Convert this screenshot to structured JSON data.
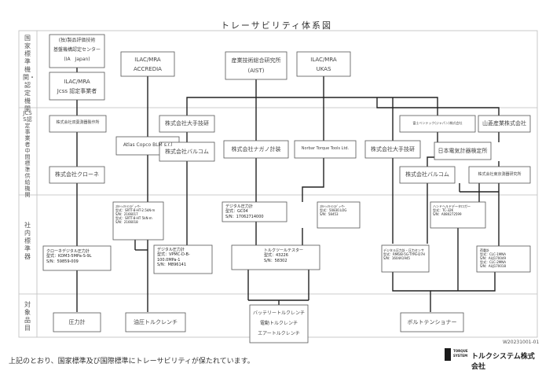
{
  "title": "トレーサビリティ体系図",
  "row_labels": [
    "国家標準機関・認定機関",
    "JCSS認定事業者中間標準供給機関",
    "社内標準器",
    "対象品目"
  ],
  "nodes": {
    "nite": "(独)製品評価技術\n基盤機構認定センター\n(IA　Japan)",
    "iajapan": "ILAC/MRA\nJcss 認定事業者",
    "accredia": "ILAC/MRA\nACCREDIA",
    "aist": "産業技術総合研究所\n(AIST)",
    "ukas": "ILAC/MRA\nUKAS",
    "jp_pressure": "株式会社双葉測器製作所",
    "otemi": "株式会社大手技研",
    "small_jcss": "富士ベンテック(ジャパン)株式会社",
    "yamato": "山菱産業株式会社",
    "atlas": "Atlas Copco BLM s.r.l",
    "nagano": "株式会社ナガノ計装",
    "norbar": "Norbar Torque Tools Ltd.",
    "otemi2": "株式会社大手技研",
    "nihon": "日本電気計器検定所",
    "crane": "株式会社クローネ",
    "valcom1": "株式会社バルコム",
    "valcom2": "株式会社バルコム",
    "tokyo_sokki": "株式会社東京測器研究所",
    "std_crane": "クローネデジタル圧力計\n型式：KDM3-5MPa-S-9L\nS/N：59859-009",
    "std_static1": "ｽﾀﾃｨｯｸﾄﾗﾝｽﾃﾞｭｰｻｰ\n型式：SRTT-8-HT-2.5kN·m\nS/N：2166017\n型式：SRTT-8-HT 5kN·m\nS/N：2166018",
    "std_valcom": "デジタル圧力計\n型式：VPMC-D-B-\n100.0MPa-1\nS/N：M896141",
    "std_nagano": "デジタル圧力計\n型式：GC04\nS/N：17062714000",
    "std_tester": "トルクツールテスター\n型式：43226\nS/N：58302",
    "std_static2": "ｽﾀﾃｨｯｸﾄﾗﾝｽﾃﾞｭｰｻｰ\n型式：50830.LOG\nS/N：58453",
    "std_dual": "デジタル圧力計・圧力センサ\n型式：RM6/B-5G-TYPE-D7H\nS/N：1604A1945",
    "std_handheld": "ハンドヘルドデータロガー\n型式：TC-32K\nS/N：A080272599",
    "std_load": "荷重計\n型式：CLC-1MNA\nS/N：AUJ170049\n型式：CLC-2MNA\nS/N：AUJ170018",
    "obj_pressure": "圧力計",
    "obj_hydraulic": "油圧トルクレンチ",
    "obj_wrench": "バッテリートルクレンチ\n電動トルクレンチ\nエアートルクレンチ",
    "obj_bolt": "ボルトテンショナー"
  },
  "document_id": "W20231001-01",
  "footer_text": "上記のとおり、国家標準及び国際標準にトレーサビリティが保たれています。",
  "logo": {
    "tag": "TORQUE\nSYSTEM",
    "name": "トルクシステム株式会社",
    "icon": "torque-logo-icon"
  }
}
